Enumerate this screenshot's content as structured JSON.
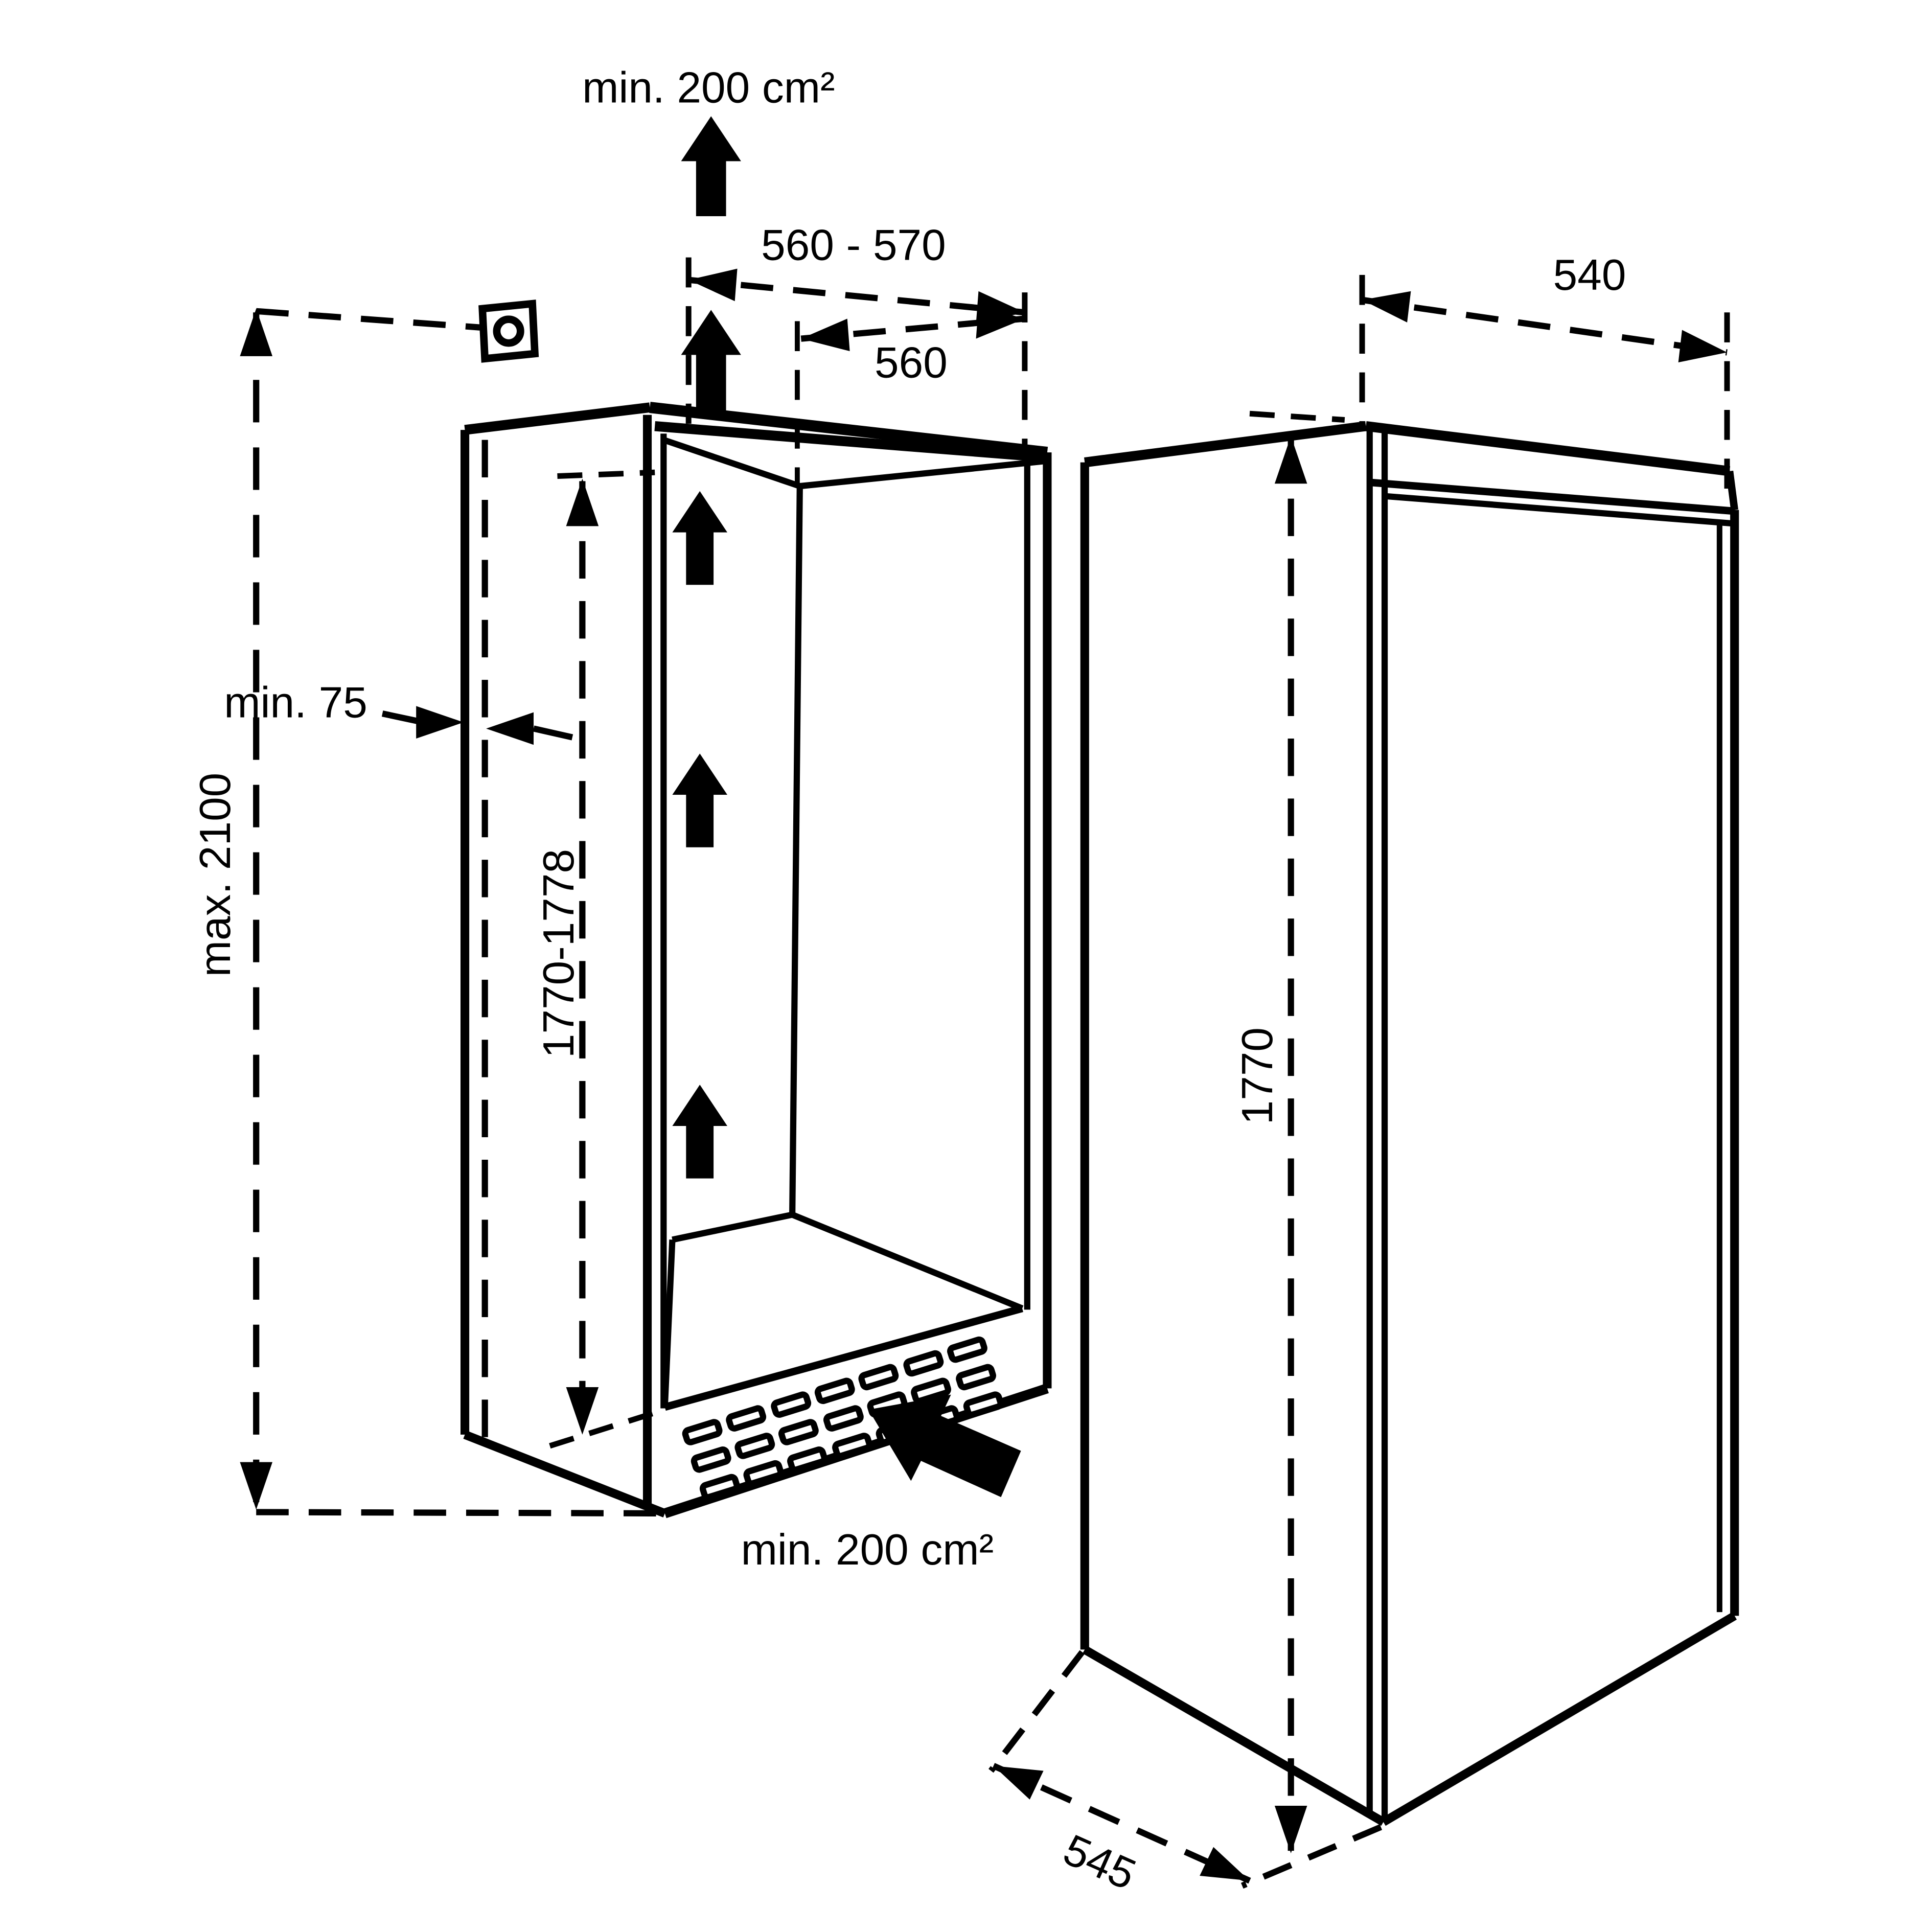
{
  "diagram": {
    "background_color": "#ffffff",
    "line_color": "#000000",
    "niche": {
      "top_ventilation": "min. 200 cm²",
      "width_range": "560 - 570",
      "inner_width": "560",
      "max_total_height": "max. 2100",
      "rear_clearance": "min. 75",
      "height_range": "1770-1778",
      "bottom_ventilation": "min. 200 cm²"
    },
    "appliance": {
      "depth": "540",
      "height": "1770",
      "base_depth": "545"
    }
  }
}
